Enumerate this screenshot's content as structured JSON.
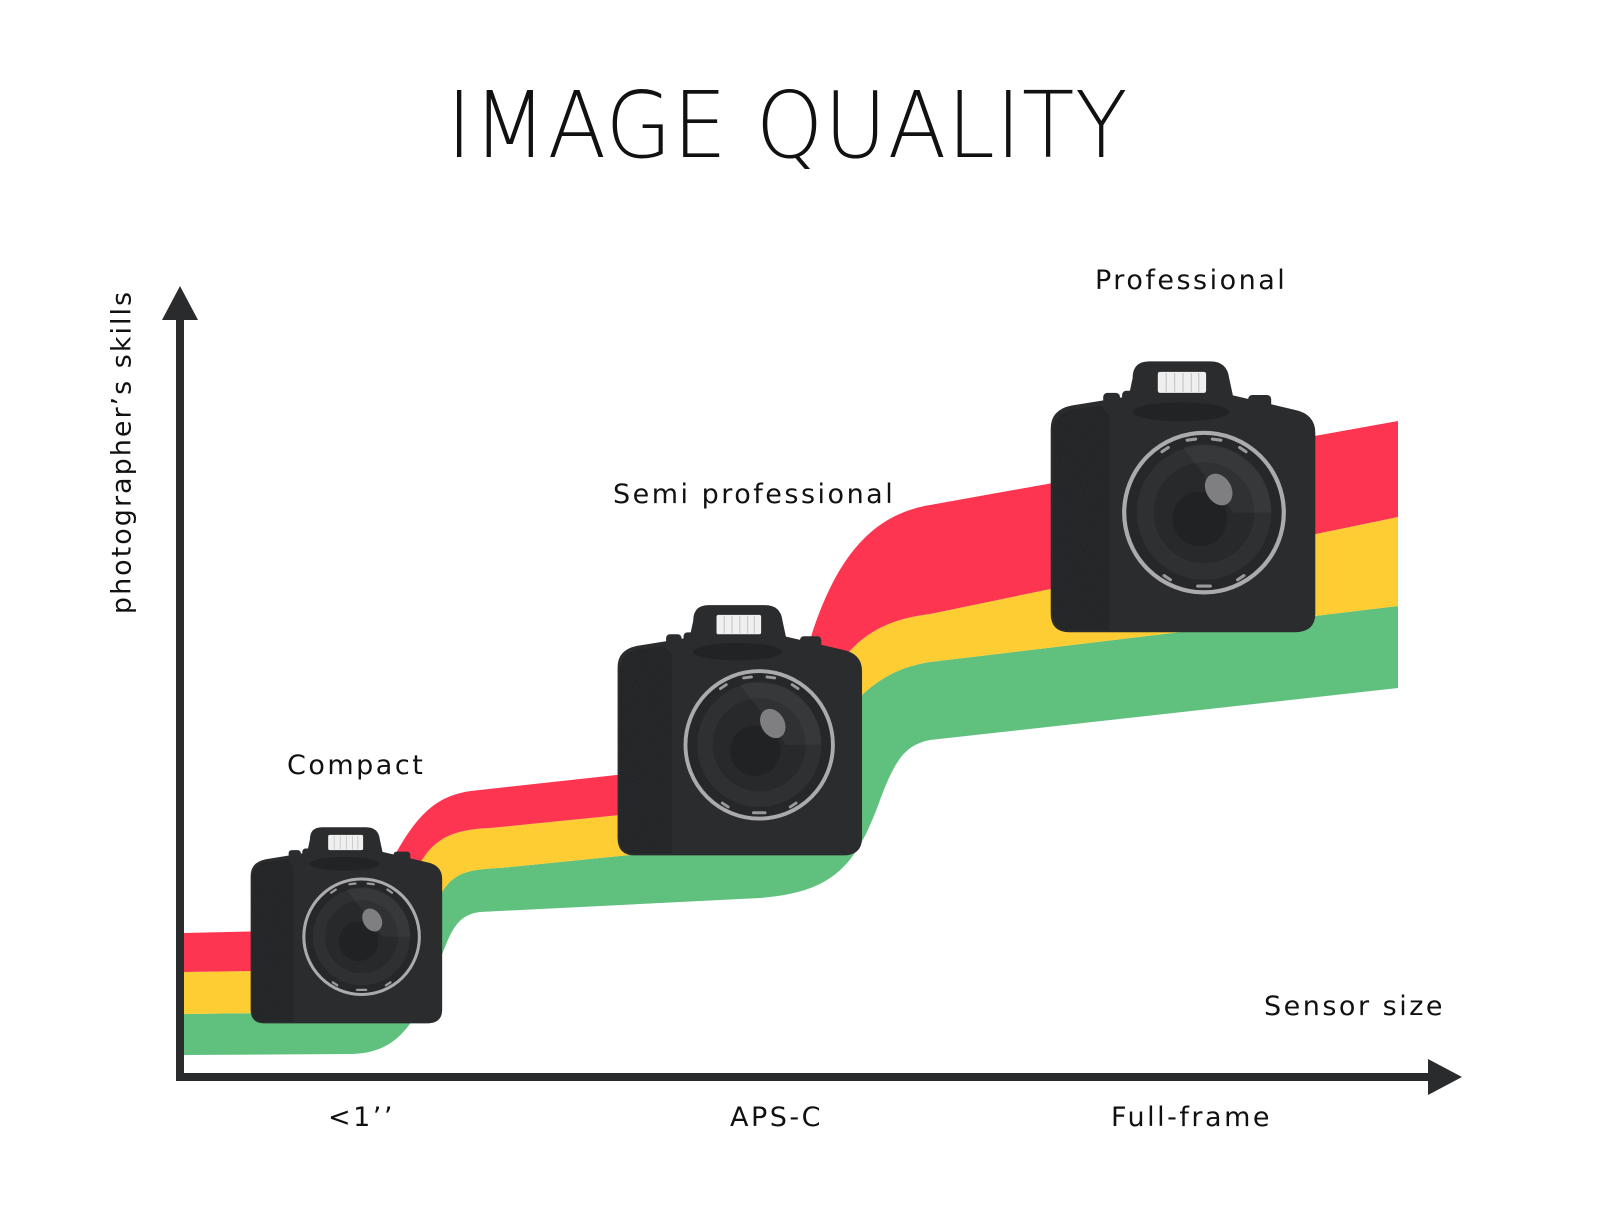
{
  "title": "IMAGE QUALITY",
  "axes": {
    "y_label": "photographer’s skills",
    "x_label": "Sensor size",
    "x_ticks": [
      "<1’’",
      "APS-C",
      "Full-frame"
    ]
  },
  "tiers": [
    {
      "label": "Compact",
      "sensor": "<1’’"
    },
    {
      "label": "Semi professional",
      "sensor": "APS-C"
    },
    {
      "label": "Professional",
      "sensor": "Full-frame"
    }
  ],
  "bands": [
    {
      "name": "red",
      "color": "#FD3551"
    },
    {
      "name": "yellow",
      "color": "#FECC33"
    },
    {
      "name": "green",
      "color": "#5FC17D"
    }
  ],
  "colors": {
    "axis": "#2A2B2D",
    "camera_body": "#2B2C2E",
    "lens_ring": "#A9A9AB",
    "flash": "#EDEDED"
  },
  "chart_data": {
    "type": "diagram",
    "title": "IMAGE QUALITY",
    "xlabel": "Sensor size",
    "ylabel": "photographer’s skills",
    "categories": [
      "<1’’",
      "APS-C",
      "Full-frame"
    ],
    "annotations": [
      "Compact",
      "Semi professional",
      "Professional"
    ],
    "series": [
      {
        "name": "red band",
        "color": "#FD3551"
      },
      {
        "name": "yellow band",
        "color": "#FECC33"
      },
      {
        "name": "green band",
        "color": "#5FC17D"
      }
    ]
  }
}
